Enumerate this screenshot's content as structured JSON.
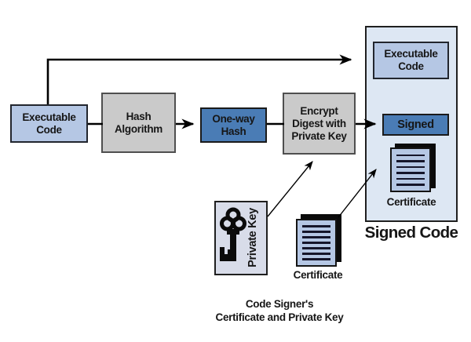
{
  "flow": {
    "executable_code": {
      "line1": "Executable",
      "line2": "Code"
    },
    "hash_algorithm": {
      "line1": "Hash",
      "line2": "Algorithm"
    },
    "one_way_hash": {
      "line1": "One-way",
      "line2": "Hash"
    },
    "encrypt_digest": {
      "line1": "Encrypt",
      "line2": "Digest with",
      "line3": "Private Key"
    }
  },
  "signed_panel": {
    "executable_code": {
      "line1": "Executable",
      "line2": "Code"
    },
    "signed": "Signed",
    "certificate": "Certificate",
    "title": "Signed Code"
  },
  "signer": {
    "private_key": "Private Key",
    "certificate": "Certificate",
    "caption_line1": "Code Signer's",
    "caption_line2": "Certificate and Private Key"
  },
  "icons": {
    "key": "key-icon",
    "certificate": "certificate-document-icon"
  },
  "colors": {
    "light_blue_fill": "#b5c7e4",
    "medium_blue_fill": "#4a7cb5",
    "gray_fill": "#cacaca",
    "panel_fill": "#dde7f3",
    "key_panel_fill": "#d8dce9",
    "line_color": "#000000",
    "text_color": "#161616"
  }
}
